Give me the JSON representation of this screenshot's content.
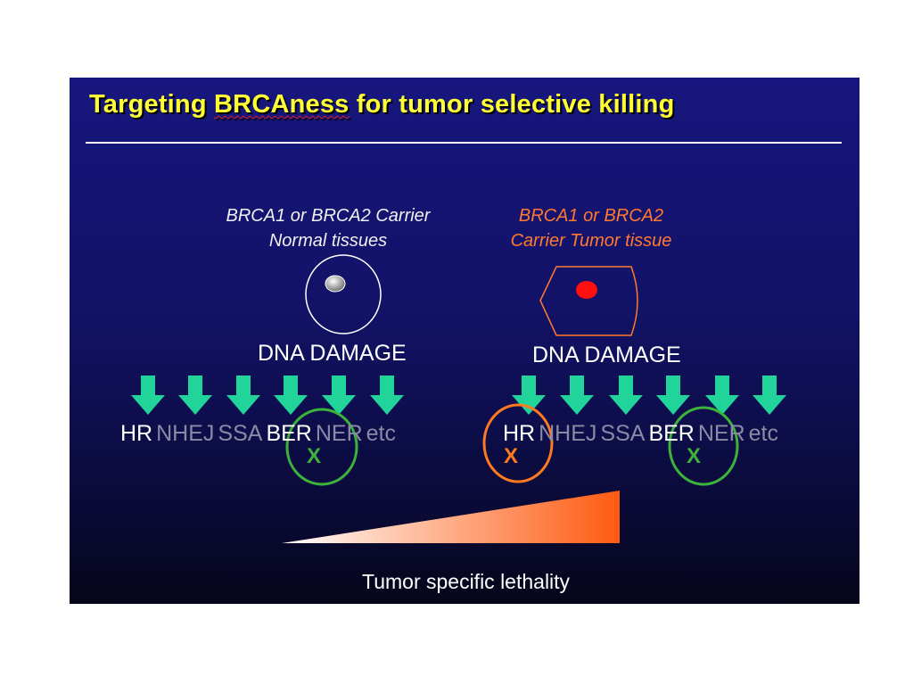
{
  "slide": {
    "title_part1": "Targeting ",
    "title_part2": "BRCAness",
    "title_part3": " for tumor selective killing"
  },
  "normal": {
    "label_line1": "BRCA1 or BRCA2 Carrier",
    "label_line2": "Normal tissues",
    "damage": "DNA DAMAGE",
    "pathways": [
      {
        "name": "HR",
        "active": true
      },
      {
        "name": "NHEJ",
        "active": false
      },
      {
        "name": "SSA",
        "active": false
      },
      {
        "name": "BER",
        "active": true
      },
      {
        "name": "NER",
        "active": false
      },
      {
        "name": "etc",
        "active": false
      }
    ],
    "blocked": [
      {
        "pathway": "BER",
        "mark": "X",
        "color": "#3cb43c"
      }
    ],
    "cell_shape": "round-cell",
    "nucleus_color": "#c0c0c0"
  },
  "tumor": {
    "label_line1": "BRCA1 or BRCA2",
    "label_line2": "Carrier Tumor tissue",
    "damage": "DNA DAMAGE",
    "pathways": [
      {
        "name": "HR",
        "active": true
      },
      {
        "name": "NHEJ",
        "active": false
      },
      {
        "name": "SSA",
        "active": false
      },
      {
        "name": "BER",
        "active": true
      },
      {
        "name": "NER",
        "active": false
      },
      {
        "name": "etc",
        "active": false
      }
    ],
    "blocked": [
      {
        "pathway": "HR",
        "mark": "X",
        "color": "#ff7a1f"
      },
      {
        "pathway": "BER",
        "mark": "X",
        "color": "#3cb43c"
      }
    ],
    "cell_shape": "hexagonal-cell",
    "nucleus_color": "#ff1010"
  },
  "lethality_label": "Tumor specific lethality",
  "colors": {
    "title": "#ffff33",
    "arrow": "#20d49a",
    "tumor_label": "#ff7a2e",
    "gradient_start": "#ffffff",
    "gradient_end": "#ff5a10"
  }
}
